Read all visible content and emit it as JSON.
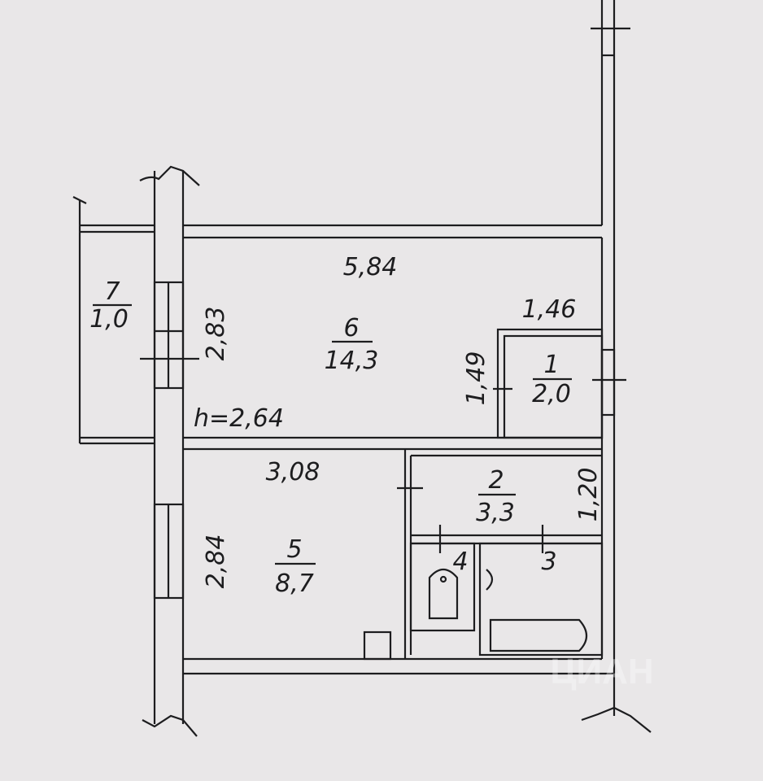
{
  "plan": {
    "rooms": [
      {
        "number": "1",
        "area": "2,0"
      },
      {
        "number": "2",
        "area": "3,3"
      },
      {
        "number": "3"
      },
      {
        "number": "4"
      },
      {
        "number": "5",
        "area": "8,7"
      },
      {
        "number": "6",
        "area": "14,3"
      },
      {
        "number": "7",
        "area": "1,0"
      }
    ],
    "dimensions": {
      "room6_width": "5,84",
      "room6_depth": "2,83",
      "room1_width": "1,46",
      "room1_depth": "1,49",
      "ceiling_height": "h=2,64",
      "room5_width": "3,08",
      "room5_depth": "2,84",
      "room2_depth": "1,20"
    },
    "watermark": "ЦИАН"
  }
}
